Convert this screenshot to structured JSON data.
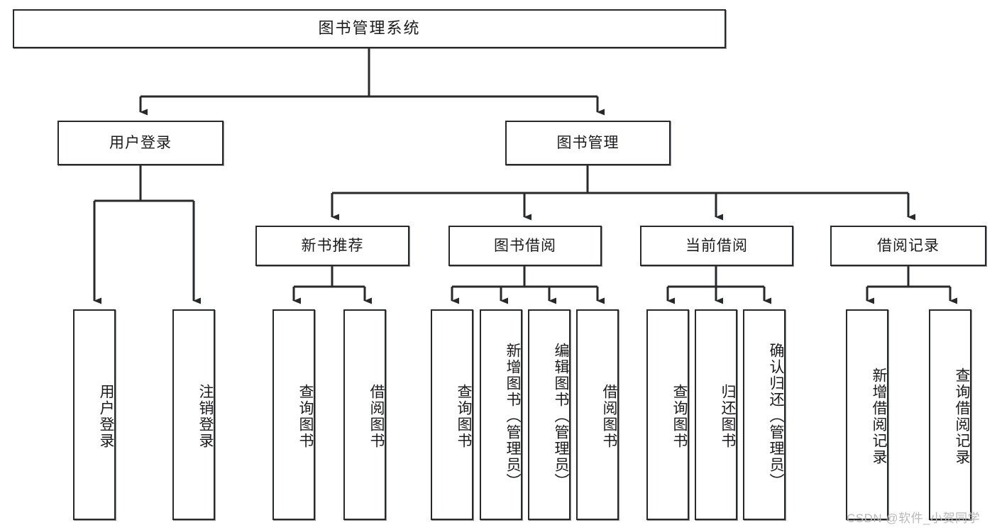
{
  "diagram": {
    "type": "tree-hierarchy-chart",
    "title": "图书管理系统",
    "stroke_color": "#28292b",
    "fill_color": "#ffffff",
    "text_color": "#1b1b1d",
    "watermark": "CSDN @软件_小贺同学",
    "levels": {
      "root": {
        "label": "图书管理系统"
      },
      "level2": [
        {
          "id": "user-login",
          "label": "用户登录"
        },
        {
          "id": "book-manage",
          "label": "图书管理"
        }
      ],
      "level3": [
        {
          "id": "new-book-recommend",
          "label": "新书推荐"
        },
        {
          "id": "book-borrow",
          "label": "图书借阅"
        },
        {
          "id": "current-borrow",
          "label": "当前借阅"
        },
        {
          "id": "borrow-record",
          "label": "借阅记录"
        }
      ],
      "leaves": {
        "user-login": [
          {
            "id": "leaf-user-login",
            "label": "用户登录"
          },
          {
            "id": "leaf-logout-login",
            "label": "注销登录"
          }
        ],
        "new-book-recommend": [
          {
            "id": "leaf-query-book-1",
            "label": "查询图书"
          },
          {
            "id": "leaf-borrow-book-1",
            "label": "借阅图书"
          }
        ],
        "book-borrow": [
          {
            "id": "leaf-query-book-2",
            "label": "查询图书"
          },
          {
            "id": "leaf-add-book",
            "label": "新增图书（管理员）"
          },
          {
            "id": "leaf-edit-book",
            "label": "编辑图书（管理员）"
          },
          {
            "id": "leaf-borrow-book-2",
            "label": "借阅图书"
          }
        ],
        "current-borrow": [
          {
            "id": "leaf-query-book-3",
            "label": "查询图书"
          },
          {
            "id": "leaf-return-book",
            "label": "归还图书"
          },
          {
            "id": "leaf-confirm-return",
            "label": "确认归还（管理员）"
          }
        ],
        "borrow-record": [
          {
            "id": "leaf-add-record",
            "label": "新增借阅记录"
          },
          {
            "id": "leaf-query-record",
            "label": "查询借阅记录"
          }
        ]
      }
    },
    "edges": [
      {
        "from": "图书管理系统",
        "to": "用户登录"
      },
      {
        "from": "图书管理系统",
        "to": "图书管理"
      },
      {
        "from": "用户登录",
        "to": "用户登录"
      },
      {
        "from": "用户登录",
        "to": "注销登录"
      },
      {
        "from": "图书管理",
        "to": "新书推荐"
      },
      {
        "from": "图书管理",
        "to": "图书借阅"
      },
      {
        "from": "图书管理",
        "to": "当前借阅"
      },
      {
        "from": "图书管理",
        "to": "借阅记录"
      },
      {
        "from": "新书推荐",
        "to": "查询图书"
      },
      {
        "from": "新书推荐",
        "to": "借阅图书"
      },
      {
        "from": "图书借阅",
        "to": "查询图书"
      },
      {
        "from": "图书借阅",
        "to": "新增图书（管理员）"
      },
      {
        "from": "图书借阅",
        "to": "编辑图书（管理员）"
      },
      {
        "from": "图书借阅",
        "to": "借阅图书"
      },
      {
        "from": "当前借阅",
        "to": "查询图书"
      },
      {
        "from": "当前借阅",
        "to": "归还图书"
      },
      {
        "from": "当前借阅",
        "to": "确认归还（管理员）"
      },
      {
        "from": "借阅记录",
        "to": "新增借阅记录"
      },
      {
        "from": "借阅记录",
        "to": "查询借阅记录"
      }
    ]
  }
}
